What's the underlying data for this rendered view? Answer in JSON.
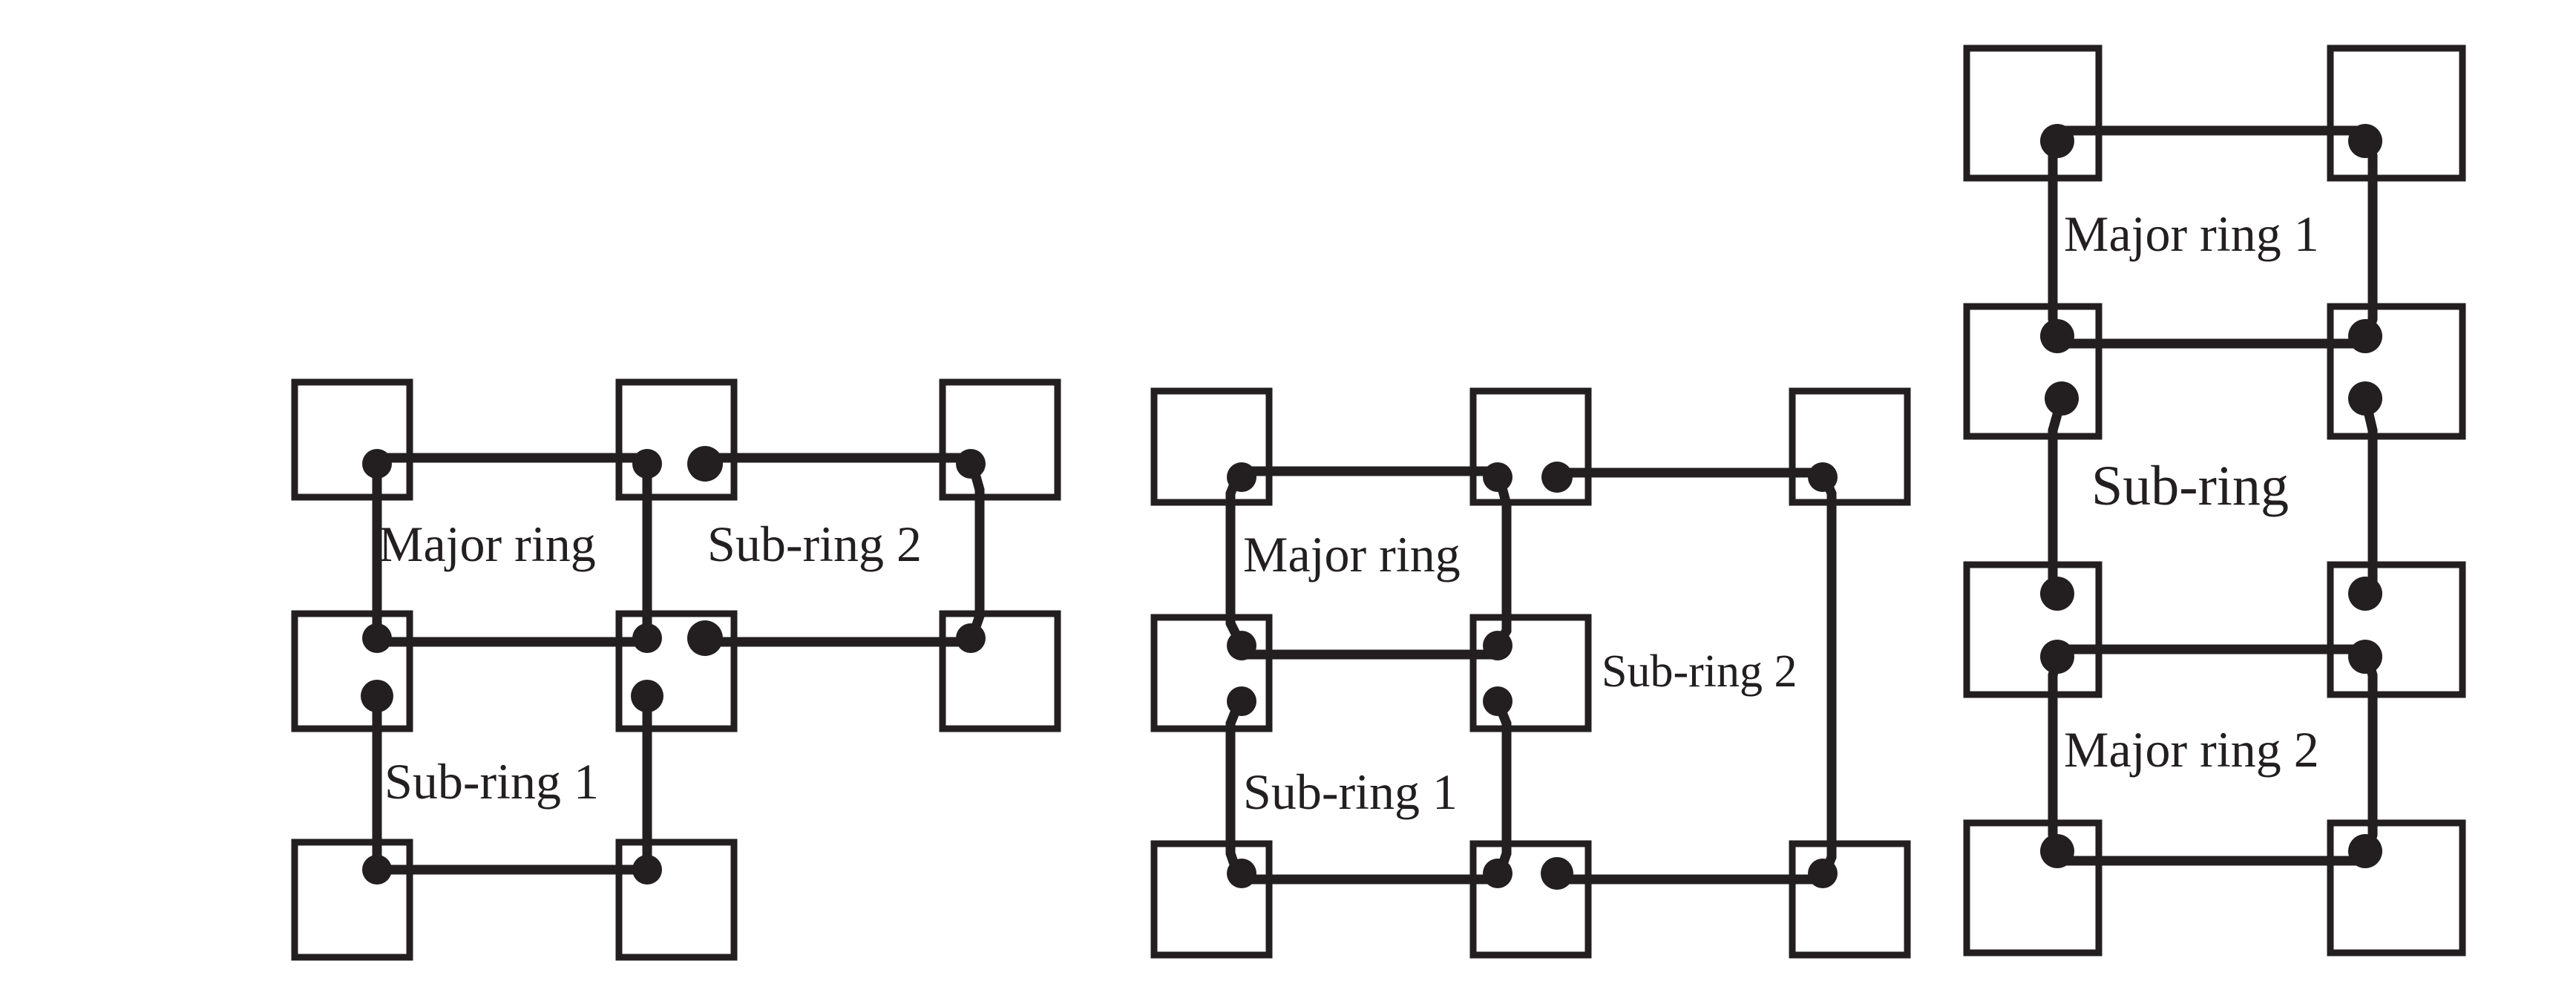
{
  "colors": {
    "stroke": "#231f20",
    "background": "#ffffff"
  },
  "topologies": [
    {
      "labels": {
        "major_ring": "Major ring",
        "sub_ring_2": "Sub-ring 2",
        "sub_ring_1": "Sub-ring 1"
      }
    },
    {
      "labels": {
        "major_ring": "Major ring",
        "sub_ring_2": "Sub-ring 2",
        "sub_ring_1": "Sub-ring 1"
      }
    },
    {
      "labels": {
        "major_ring_1": "Major ring 1",
        "sub_ring": "Sub-ring",
        "major_ring_2": "Major ring 2"
      }
    }
  ]
}
